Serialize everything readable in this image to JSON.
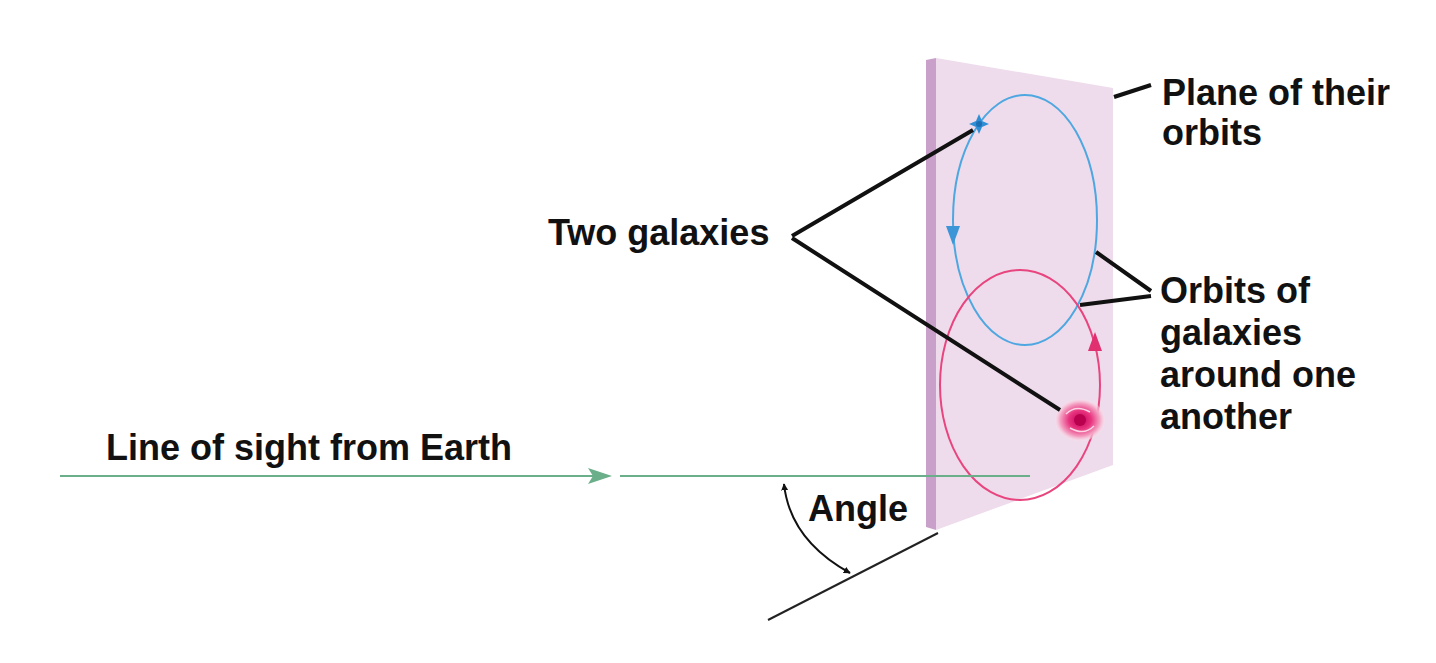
{
  "diagram": {
    "labels": [
      "Plane of their orbits",
      "Two galaxies",
      "Orbits of galaxies around one another",
      "Line of sight from Earth",
      "Angle"
    ]
  }
}
